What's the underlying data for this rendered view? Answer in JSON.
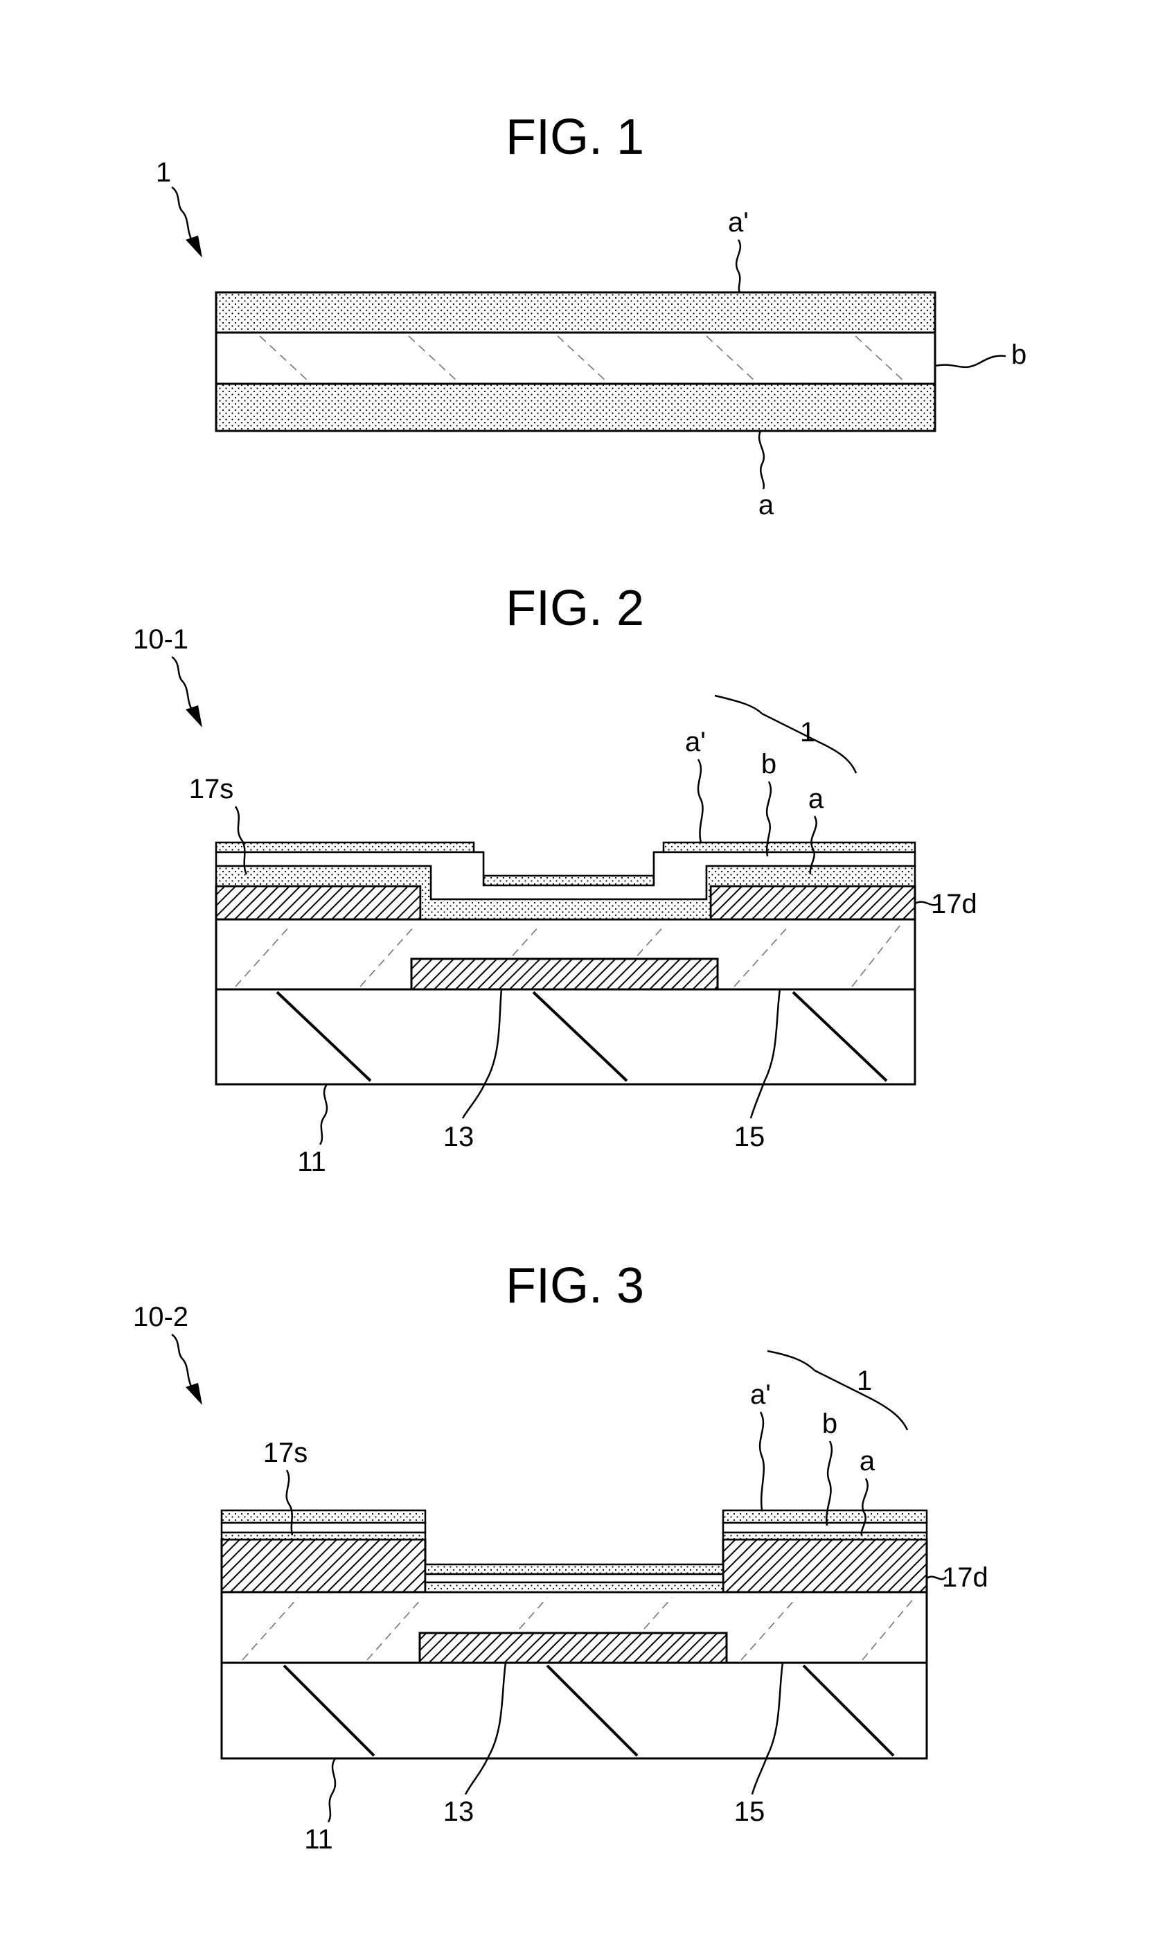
{
  "figures": [
    {
      "title": "FIG. 1",
      "device_label": "1",
      "labels": {
        "a_prime": "a'",
        "b": "b",
        "a": "a"
      }
    },
    {
      "title": "FIG. 2",
      "device_label": "10-1",
      "labels": {
        "stack": "1",
        "a_prime": "a'",
        "b": "b",
        "a": "a",
        "source": "17s",
        "drain": "17d",
        "substrate": "11",
        "gate": "13",
        "insulator": "15"
      }
    },
    {
      "title": "FIG. 3",
      "device_label": "10-2",
      "labels": {
        "stack": "1",
        "a_prime": "a'",
        "b": "b",
        "a": "a",
        "source": "17s",
        "drain": "17d",
        "substrate": "11",
        "gate": "13",
        "insulator": "15"
      }
    }
  ]
}
